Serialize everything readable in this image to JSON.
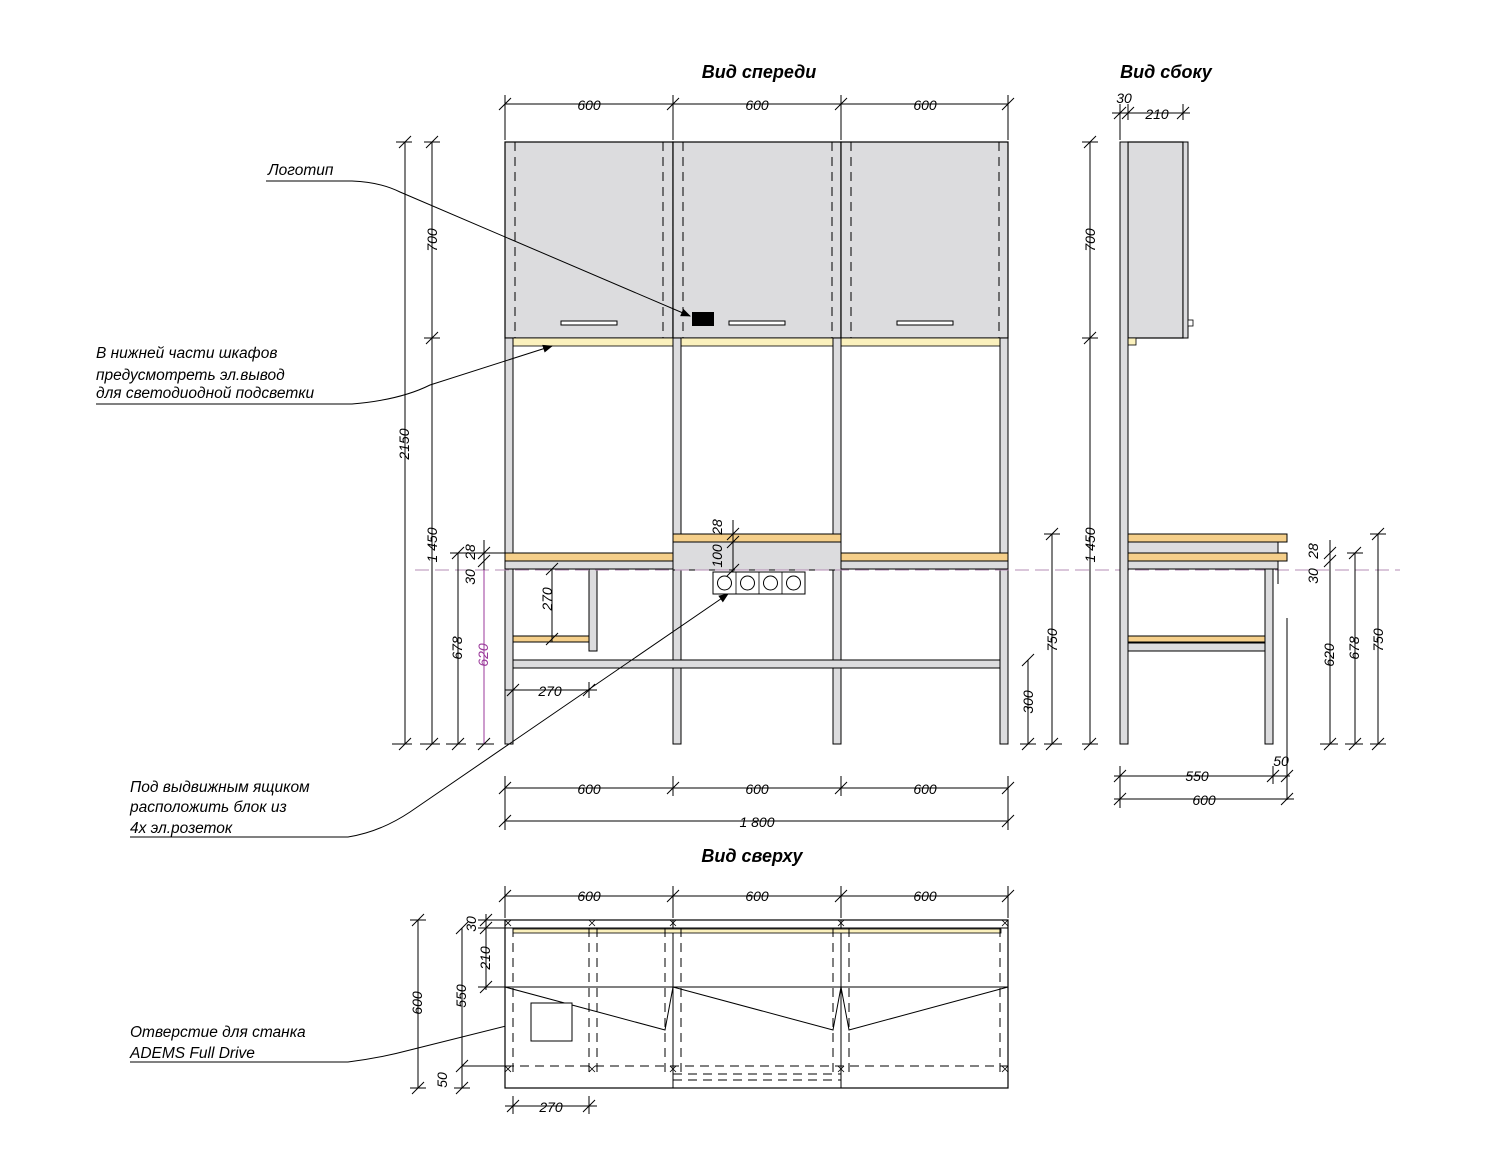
{
  "titles": {
    "front": "Вид спереди",
    "side": "Вид сбоку",
    "top": "Вид сверху"
  },
  "notes": {
    "logo": "Логотип",
    "led_line1": "В нижней части шкафов",
    "led_line2": "предусмотреть эл.вывод",
    "led_line3": "для светодиодной подсветки",
    "socket_line1": "Под выдвижным ящиком",
    "socket_line2": "расположить блок из",
    "socket_line3": "4х эл.розеток",
    "hole_line1": "Отверстие для станка",
    "hole_line2": "ADEMS Full Drive"
  },
  "front_dims": {
    "top_widths": [
      "600",
      "600",
      "600"
    ],
    "bottom_widths": [
      "600",
      "600",
      "600"
    ],
    "total_width": "1 800",
    "total_height": "2150",
    "cabinet_height": "700",
    "table_to_cabinet": "1 450",
    "top_28": "28",
    "top_30": "30",
    "h678": "678",
    "h620": "620",
    "h270_shelf": "270",
    "w270_shelf": "270",
    "drawer_28": "28",
    "drawer_100": "100",
    "h750": "750",
    "h300": "300"
  },
  "side_dims": {
    "d30": "30",
    "d210": "210",
    "h700": "700",
    "h1450": "1 450",
    "s28": "28",
    "s30": "30",
    "h620": "620",
    "h678": "678",
    "h750": "750",
    "d50": "50",
    "d550": "550",
    "d600": "600"
  },
  "top_dims": {
    "widths": [
      "600",
      "600",
      "600"
    ],
    "d30": "30",
    "d210": "210",
    "d550": "550",
    "d600": "600",
    "d50": "50",
    "w270": "270"
  }
}
